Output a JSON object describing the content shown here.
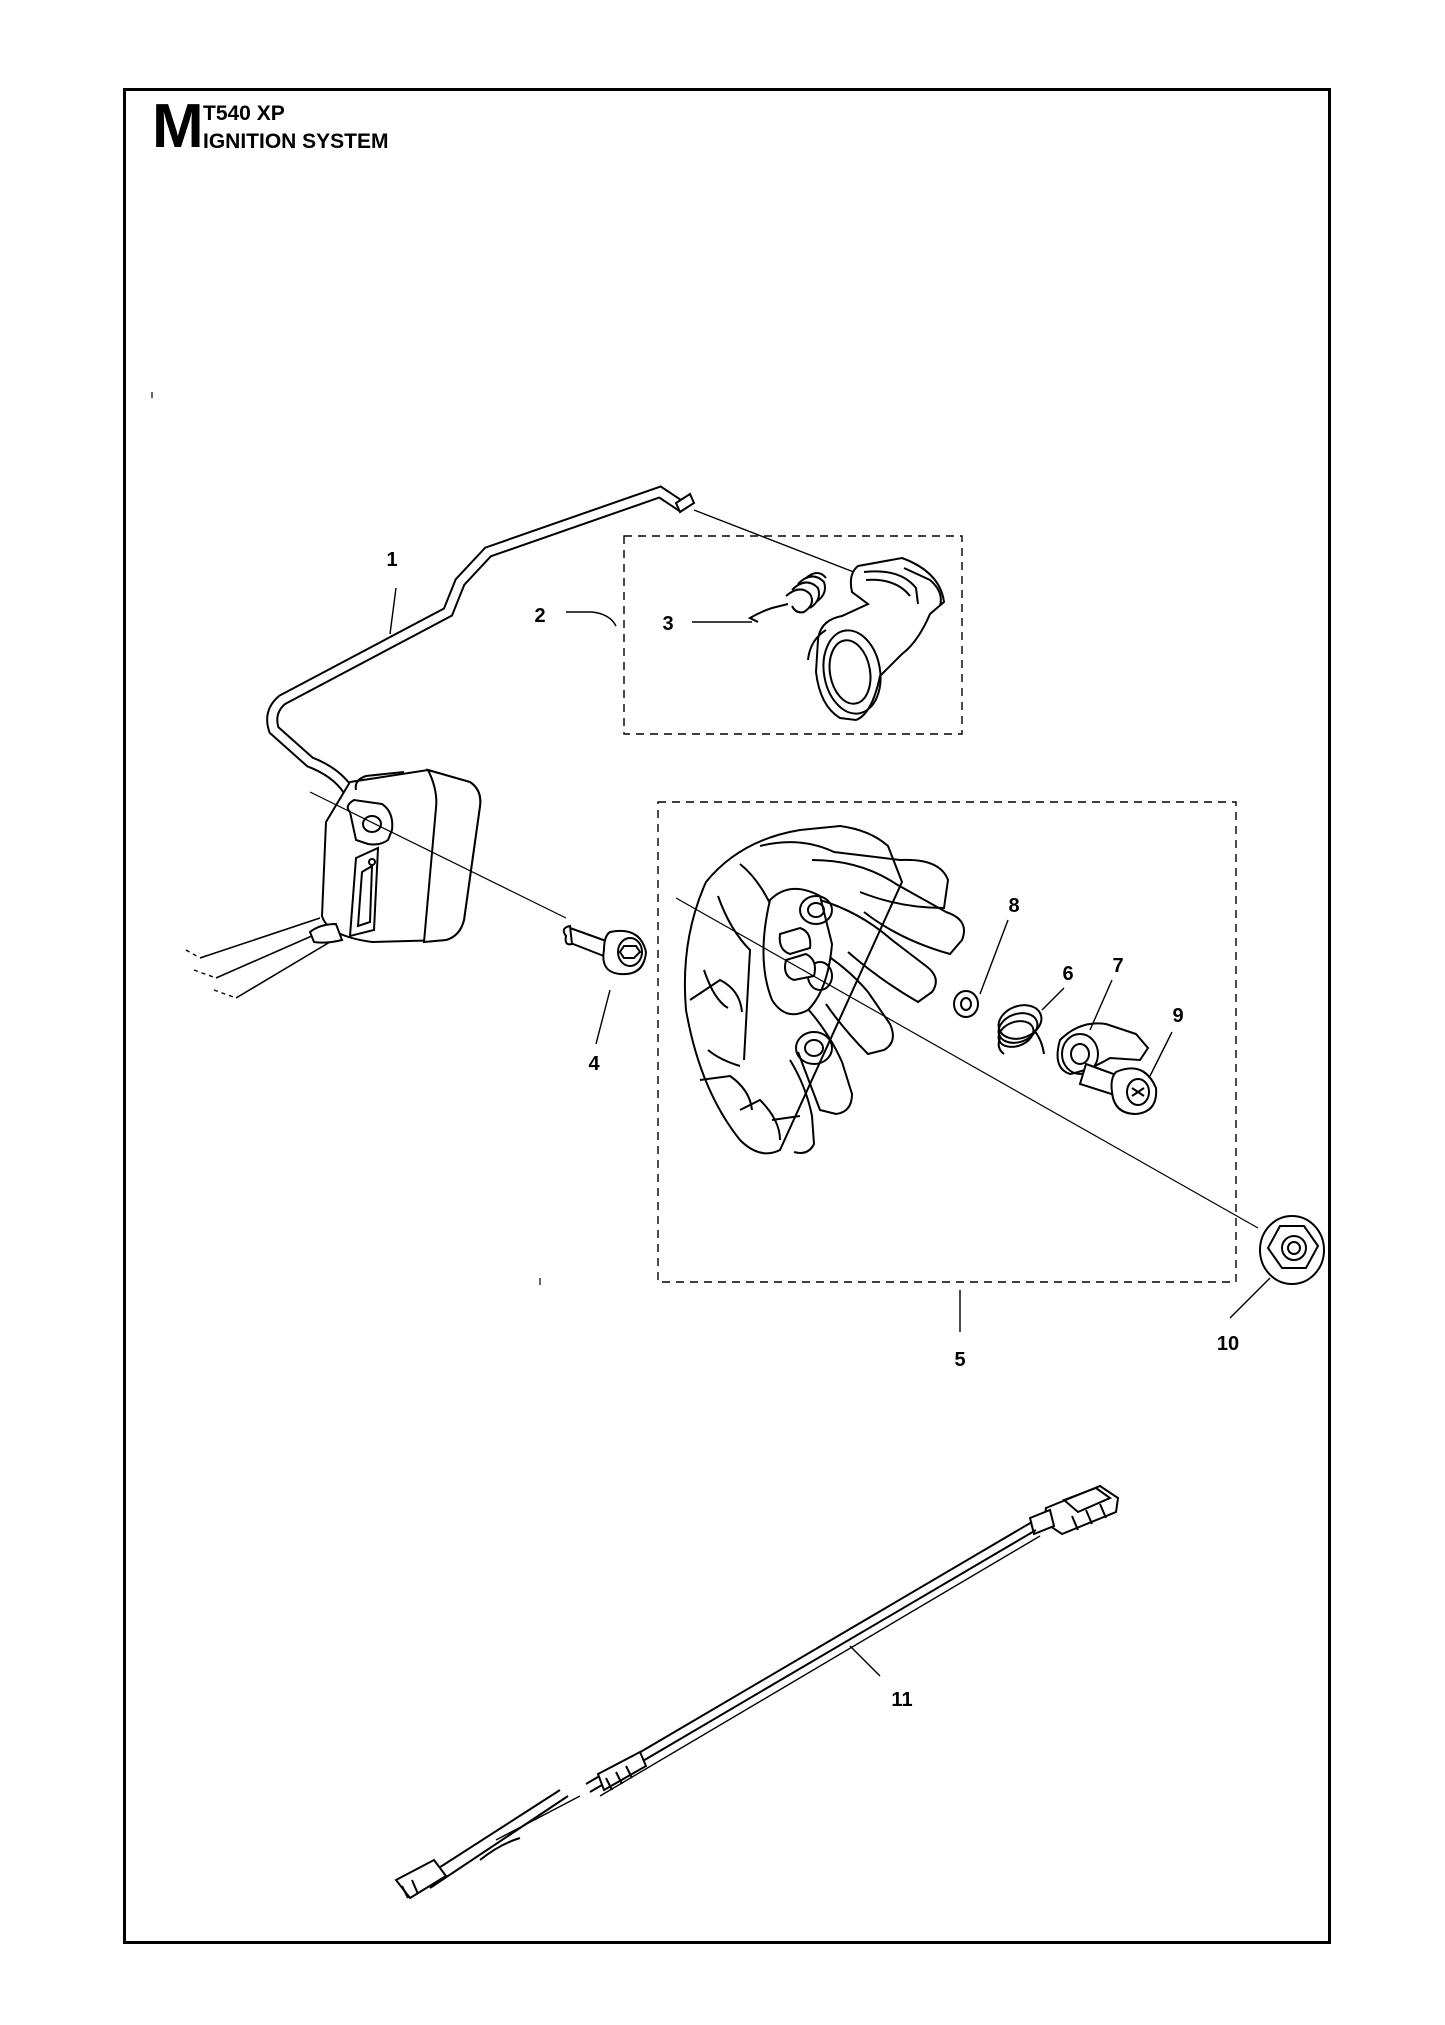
{
  "header": {
    "section_letter": "M",
    "model": "T540 XP",
    "title": "IGNITION SYSTEM"
  },
  "callouts": [
    {
      "id": "1",
      "label": "1"
    },
    {
      "id": "2",
      "label": "2"
    },
    {
      "id": "3",
      "label": "3"
    },
    {
      "id": "4",
      "label": "4"
    },
    {
      "id": "5",
      "label": "5"
    },
    {
      "id": "6",
      "label": "6"
    },
    {
      "id": "7",
      "label": "7"
    },
    {
      "id": "8",
      "label": "8"
    },
    {
      "id": "9",
      "label": "9"
    },
    {
      "id": "10",
      "label": "10"
    },
    {
      "id": "11",
      "label": "11"
    }
  ],
  "colors": {
    "line": "#000000",
    "paper": "#ffffff"
  }
}
